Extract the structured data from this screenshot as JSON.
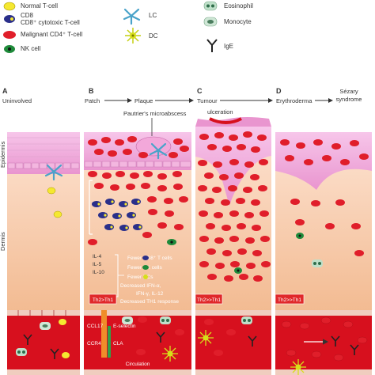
{
  "legend": {
    "normal_t": "Normal T-cell",
    "cd8_1": "CD8",
    "cd8_2": "CD8⁺ cytotoxic T-cell",
    "malignant": "Malignant CD4⁺ T-cell",
    "nk": "NK cell",
    "lc": "LC",
    "dc": "DC",
    "eosinophil": "Eosinophil",
    "monocyte": "Monocyte",
    "ige": "IgE"
  },
  "stages": {
    "a_letter": "A",
    "a_label": "Uninvolved",
    "b_letter": "B",
    "b_label": "Patch",
    "plaque": "Plaque",
    "c_letter": "C",
    "c_label": "Tumour",
    "d_letter": "D",
    "d_label": "Erythroderma",
    "sezary_1": "Sézary",
    "sezary_2": "syndrome"
  },
  "annotations": {
    "pautrier": "Pautrier's microabscess",
    "ulceration": "ulceration",
    "epidermis": "Epidermis",
    "dermis": "Dermis",
    "il4": "IL-4",
    "il5": "IL-5",
    "il10": "IL-10",
    "fewer_cd8": "Fewer      CD8⁺ T cells",
    "fewer_nk": "Fewer      NK cells",
    "fewer_dc": "Fewer      DCs",
    "dec1": "Decreased IFN-α,",
    "dec2": "IFN-γ, IL-12",
    "dec3": "Decreased TH1 response",
    "th_b": "Th2>Th1",
    "th_c": "Th2>>Th1",
    "th_d": "Th2>>Th1",
    "ccl17": "CCL17",
    "ccr4": "CCR4",
    "eselectin": "E-selectin",
    "cla": "CLA",
    "circulation": "Circulation"
  },
  "colors": {
    "normal_t": "#f5e830",
    "malignant": "#e01e2a",
    "cd8": "#2a2f8a",
    "nk": "#1e8a3a",
    "lc": "#4aa3c9",
    "dc": "#d6df1a",
    "eos": "#bfe0c9",
    "epidermis": "#f0a6d8",
    "dermis_top": "#fbd9c4",
    "dermis_bot": "#f4c29c",
    "vessel": "#d7101e",
    "th_badge": "#e0282a"
  }
}
